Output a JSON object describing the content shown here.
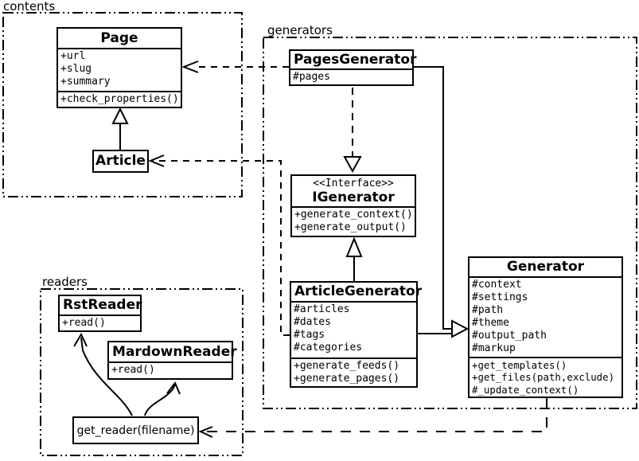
{
  "diagram": {
    "packages": {
      "contents": {
        "label": "contents"
      },
      "generators": {
        "label": "generators"
      },
      "readers": {
        "label": "readers"
      }
    },
    "classes": {
      "page": {
        "name": "Page",
        "attributes": [
          "+url",
          "+slug",
          "+summary"
        ],
        "methods": [
          "+check_properties()"
        ]
      },
      "article": {
        "name": "Article"
      },
      "pagesGenerator": {
        "name": "PagesGenerator",
        "attributes": [
          "#pages"
        ]
      },
      "iGenerator": {
        "stereotype": "<<Interface>>",
        "name": "IGenerator",
        "methods": [
          "+generate_context()",
          "+generate_output()"
        ]
      },
      "articleGenerator": {
        "name": "ArticleGenerator",
        "attributes": [
          "#articles",
          "#dates",
          "#tags",
          "#categories"
        ],
        "methods": [
          "+generate_feeds()",
          "+generate_pages()"
        ]
      },
      "generator": {
        "name": "Generator",
        "attributes": [
          "#context",
          "#settings",
          "#path",
          "#theme",
          "#output_path",
          "#markup"
        ],
        "methods": [
          "+get_templates()",
          "+get_files(path,exclude)",
          "#_update_context()"
        ]
      },
      "rstReader": {
        "name": "RstReader",
        "methods": [
          "+read()"
        ]
      },
      "mardownReader": {
        "name": "MardownReader",
        "methods": [
          "+read()"
        ]
      }
    },
    "functions": {
      "getReader": {
        "label": "get_reader(filename)"
      }
    },
    "relationships": [
      {
        "from": "Article",
        "to": "Page",
        "type": "inheritance"
      },
      {
        "from": "PagesGenerator",
        "to": "Page",
        "type": "dashed-dependency"
      },
      {
        "from": "ArticleGenerator",
        "to": "Article",
        "type": "dashed-dependency"
      },
      {
        "from": "PagesGenerator",
        "to": "IGenerator",
        "type": "dashed-realization"
      },
      {
        "from": "ArticleGenerator",
        "to": "IGenerator",
        "type": "inheritance"
      },
      {
        "from": "PagesGenerator",
        "to": "Generator",
        "type": "inheritance"
      },
      {
        "from": "ArticleGenerator",
        "to": "Generator",
        "type": "inheritance"
      },
      {
        "from": "Generator",
        "to": "get_reader(filename)",
        "type": "dashed-dependency"
      },
      {
        "from": "get_reader(filename)",
        "to": "RstReader",
        "type": "curved-arrow"
      },
      {
        "from": "get_reader(filename)",
        "to": "MardownReader",
        "type": "curved-arrow"
      }
    ],
    "colors": {
      "line": "#000000",
      "background": "#ffffff",
      "box_fill": "#ffffff"
    }
  }
}
